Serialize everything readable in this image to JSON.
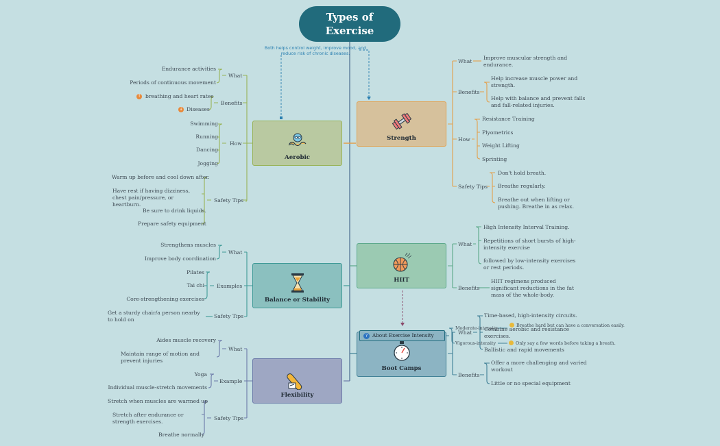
{
  "root": {
    "line1": "Types of",
    "line2": "Exercise"
  },
  "note": "Both helps control weight, improve mood, and reduce risk of chronic diseases.",
  "aerobic": {
    "title": "Aerobic",
    "what_label": "What",
    "what_items": [
      "Endurance activities",
      "Periods of continuous movement"
    ],
    "benefits_label": "Benefits",
    "benefit_1": "breathing and heart rates",
    "benefit_2": "Diseases",
    "benefit_badge_1": "↑",
    "benefit_badge_2": "↓",
    "how_label": "How",
    "how_items": [
      "Swimming",
      "Running",
      "Dancing",
      "Jogging"
    ],
    "tips_label": "Safety Tips",
    "tips_items": [
      "Warm up before and cool down after.",
      "Have rest if having dizziness, chest pain/pressure, or heartburn.",
      "Be sure to drink liquids.",
      "Prepare safety equipment"
    ]
  },
  "balance": {
    "title": "Balance or Stability",
    "what_label": "What",
    "what_items": [
      "Strengthens muscles",
      "Improve body coordination"
    ],
    "examples_label": "Examples",
    "examples_items": [
      "Pilates",
      "Tai chi",
      "Core-strengthening exercises"
    ],
    "tips_label": "Safety Tips",
    "tips_items": [
      "Get a sturdy chair/a person nearby to hold on"
    ]
  },
  "flexibility": {
    "title": "Flexibility",
    "what_label": "What",
    "what_items": [
      "Aides muscle recovery",
      "Maintain range of motion and prevent injuries"
    ],
    "example_label": "Example",
    "example_items": [
      "Yoga",
      "Individual muscle-stretch movements"
    ],
    "tips_label": "Safety Tips",
    "tips_items": [
      "Stretch when muscles are warmed up",
      "Stretch after endurance or strength exercises.",
      "Breathe normally"
    ]
  },
  "strength": {
    "title": "Strength",
    "what_label": "What",
    "what_text": "Improve muscular strength and endurance.",
    "benefits_label": "Benefits",
    "benefits_items": [
      "Help increase muscle power and strength.",
      "Help with balance and prevent falls and fall-related injuries."
    ],
    "how_label": "How",
    "how_items": [
      "Resistance Training",
      "Plyometrics",
      "Weight Lifting",
      "Sprinting"
    ],
    "tips_label": "Safety Tips",
    "tips_items": [
      "Don't hold breath.",
      "Breathe regularly.",
      "Breathe out when lifting or pushing. Breathe in as relax."
    ]
  },
  "hiit": {
    "title": "HIIT",
    "what_label": "What",
    "what_items": [
      "High Intensity Interval Training.",
      "Repetitions of short bursts of high-intensity exercise",
      " followed by low-intensity exercises or rest periods."
    ],
    "benefits_label": "Benefits",
    "benefits_text": "HIIT regimens produced significant reductions in the fat mass of the whole-body."
  },
  "bootcamps": {
    "title": "Boot Camps",
    "what_label": "What",
    "what_items": [
      "Time-based, high-intensity circuits.",
      "Combine aerobic and resistance exercises.",
      "Ballistic and rapid movements"
    ],
    "benefits_label": "Benefits",
    "benefits_items": [
      "Offer a more challenging and varied workout",
      "Little or no special equipment"
    ],
    "about_label": "About Exercise Intensity",
    "about_badge": "?",
    "moderate_label": "Moderate-intensity",
    "moderate_text": "Breathe hard but can have a conversation easily.",
    "vigorous_label": "Vigorous-intensity",
    "vigorous_text": "Only say a few words before taking a breath."
  },
  "colors": {
    "background": "#c5dfe2",
    "root": "#216b7c",
    "aerobic": "#b9c9a1",
    "aerobic_line": "#98b356",
    "balance": "#8bc0bf",
    "balance_line": "#3f9a97",
    "flexibility": "#9ea7c3",
    "flexibility_line": "#6b79a8",
    "strength": "#d6c19c",
    "strength_line": "#e39f4b",
    "hiit": "#9bcab2",
    "hiit_line": "#5aa888",
    "bootcamps": "#8cb4c3",
    "bootcamps_line": "#3f7f95"
  },
  "icons": [
    "swimmer-icon",
    "dumbbell-icon",
    "hourglass-icon",
    "basketball-icon",
    "stopwatch-icon",
    "yoga-mat-icon",
    "up-arrow-icon",
    "down-arrow-icon",
    "question-icon"
  ]
}
